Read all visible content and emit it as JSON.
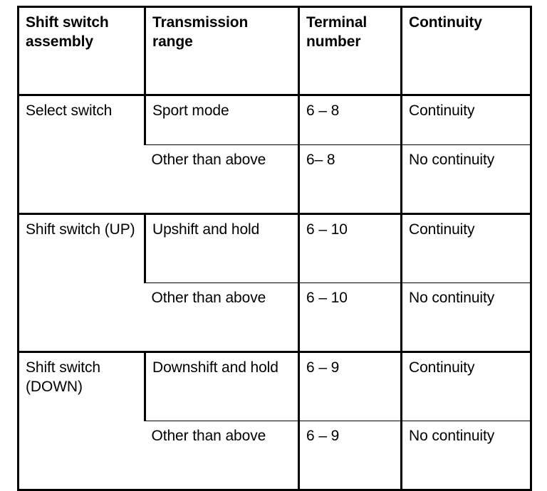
{
  "table": {
    "name": "shift-switch-assembly-continuity-table",
    "columns": [
      {
        "key": "assembly",
        "label": "Shift switch assembly"
      },
      {
        "key": "range",
        "label": "Transmission range"
      },
      {
        "key": "terminal",
        "label": "Terminal number"
      },
      {
        "key": "continuity",
        "label": "Continuity"
      }
    ],
    "groups": [
      {
        "assembly": "Select switch",
        "rows": [
          {
            "range": "Sport mode",
            "terminal": "6 – 8",
            "continuity": "Continuity"
          },
          {
            "range": "Other than above",
            "terminal": "6– 8",
            "continuity": "No continuity"
          }
        ]
      },
      {
        "assembly": "Shift switch (UP)",
        "rows": [
          {
            "range": "Upshift and hold",
            "terminal": "6 – 10",
            "continuity": "Continuity"
          },
          {
            "range": "Other than above",
            "terminal": "6 – 10",
            "continuity": "No continuity"
          }
        ]
      },
      {
        "assembly": "Shift switch (DOWN)",
        "rows": [
          {
            "range": "Downshift and hold",
            "terminal": "6 – 9",
            "continuity": "Continuity"
          },
          {
            "range": "Other than above",
            "terminal": "6 – 9",
            "continuity": "No continuity"
          }
        ]
      }
    ],
    "colors": {
      "text": "#000000",
      "border": "#000000",
      "background": "#ffffff"
    }
  }
}
